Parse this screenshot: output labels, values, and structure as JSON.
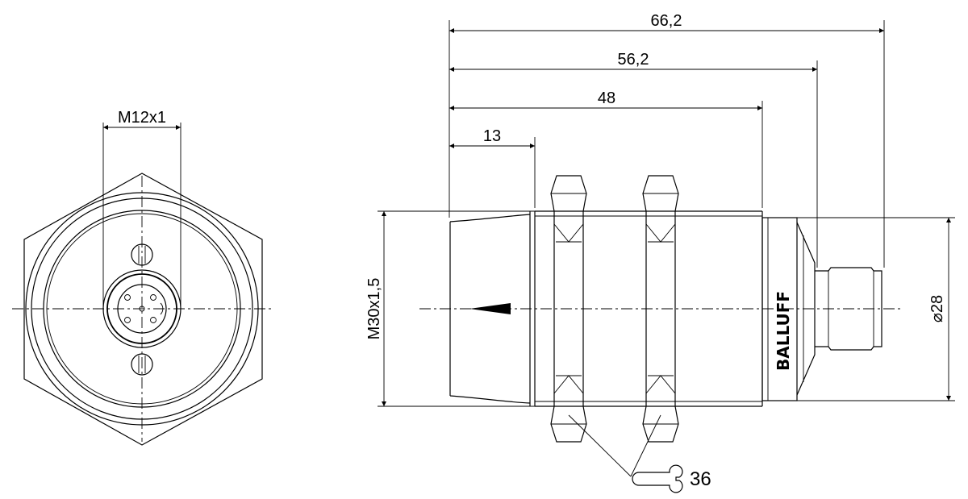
{
  "front_view": {
    "thread_label": "M12x1"
  },
  "side_view": {
    "dimensions": {
      "overall": "66,2",
      "to_connector": "56,2",
      "housing": "48",
      "sensing_face": "13"
    },
    "thread_label": "M30x1,5",
    "diameter_label": "28",
    "diameter_symbol": "⌀",
    "wrench_size": "36",
    "brand": "BALLUFF"
  }
}
